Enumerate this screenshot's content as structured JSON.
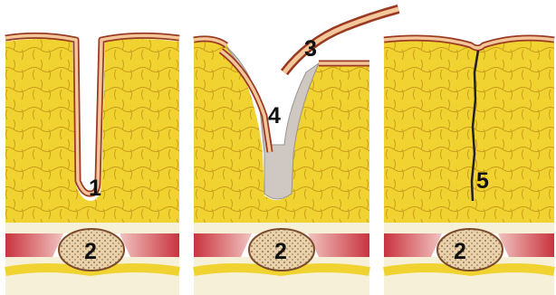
{
  "panels": [
    {
      "name": "panel-1",
      "labels": [
        {
          "text": "1",
          "role": "deep-sinus-label"
        },
        {
          "text": "2",
          "role": "bone-label"
        }
      ]
    },
    {
      "name": "panel-2",
      "labels": [
        {
          "text": "3",
          "role": "excised-skin-label"
        },
        {
          "text": "4",
          "role": "wound-cavity-label"
        },
        {
          "text": "2",
          "role": "bone-label"
        }
      ]
    },
    {
      "name": "panel-3",
      "labels": [
        {
          "text": "5",
          "role": "scar-label"
        },
        {
          "text": "2",
          "role": "bone-label"
        }
      ]
    }
  ],
  "colors": {
    "fat": "#f0d230",
    "fat_cells": "#c99a1c",
    "skin": "#f3c79a",
    "skin_outline": "#9a3a22",
    "muscle": "#c9333f",
    "muscle_light": "#f1c4c0",
    "bone": "#e7d2ad",
    "bone_dots": "#8a5b2e",
    "cavity": "#cfc8c2",
    "scar": "#222222",
    "fascia": "#f7f0d8"
  }
}
